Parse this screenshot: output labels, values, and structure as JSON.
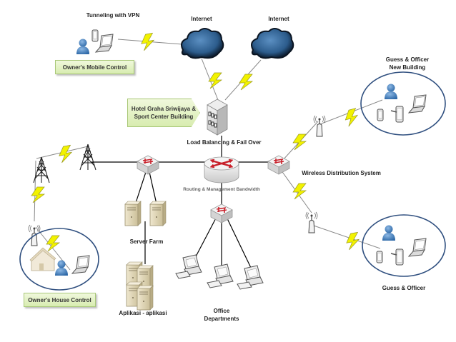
{
  "diagram": {
    "title": "Hotel Network Topology",
    "labels": {
      "vpn": "Tunneling with VPN",
      "internet_1": "Internet",
      "internet_2": "Internet",
      "owner_mobile": "Owner's  Mobile Control",
      "hotel_line1": "Hotel Graha Sriwijaya &",
      "hotel_line2": "Sport Center Building",
      "load_balancing": "Load Balancing & Fail Over",
      "routing": "Routing & Management Bandwidth",
      "wds": "Wireless Distribution System",
      "guest_new_line1": "Guess  &  Officer",
      "guest_new_line2": "New Building",
      "guest_officer": "Guess  &  Officer",
      "server_farm": "Server Farm",
      "apps": "Aplikasi - aplikasi",
      "office_line1": "Office",
      "office_line2": "Departments",
      "owner_house": "Owner's  House Control"
    },
    "colors": {
      "lightning": "#f2f200",
      "lightning_stroke": "#9a9a20",
      "cloud": "#3a6fa0",
      "cloud_dark": "#0d1f33",
      "router_accent": "#c8202a",
      "ellipse_stroke": "#2f4f7f",
      "person": "#4f87c0",
      "callout_fill": "#e3f1c6",
      "server": "#e6dcc0",
      "line": "#000000"
    }
  }
}
